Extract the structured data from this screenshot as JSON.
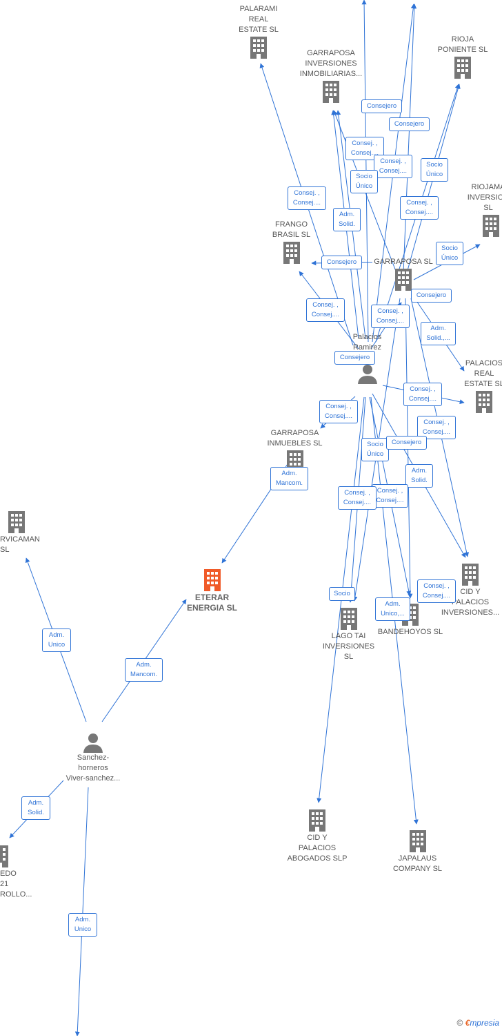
{
  "colors": {
    "edge": "#2f73d6",
    "company": "#777777",
    "focus_company": "#f05a28",
    "person": "#777777"
  },
  "nodes": [
    {
      "id": "palarami",
      "type": "company",
      "label": "PALARAMI\nREAL\nESTATE  SL"
    },
    {
      "id": "garraposa-inv",
      "type": "company",
      "label": "GARRAPOSA\nINVERSIONES\nINMOBILIARIAS..."
    },
    {
      "id": "rioja-poniente",
      "type": "company",
      "label": "RIOJA\nPONIENTE  SL"
    },
    {
      "id": "riojama",
      "type": "company",
      "label": "RIOJAMA\nINVERSION\nSL"
    },
    {
      "id": "frango",
      "type": "company",
      "label": "FRANGO\nBRASIL  SL"
    },
    {
      "id": "garraposa",
      "type": "company",
      "label": "GARRAPOSA SL"
    },
    {
      "id": "palacios-ramirez",
      "type": "person",
      "label": "Palacios\nRamirez\n..."
    },
    {
      "id": "palacios-real",
      "type": "company",
      "label": "PALACIOS\nREAL\nESTATE  SL"
    },
    {
      "id": "garraposa-inm",
      "type": "company",
      "label": "GARRAPOSA\nINMUEBLES SL"
    },
    {
      "id": "cid-palacios-inv",
      "type": "company",
      "label": "CID Y\nPALACIOS\nINVERSIONES..."
    },
    {
      "id": "lago-tai",
      "type": "company",
      "label": "LAGO TAI\nINVERSIONES\nSL"
    },
    {
      "id": "bandehoyos",
      "type": "company",
      "label": "BANDEHOYOS SL"
    },
    {
      "id": "cid-palacios-abog",
      "type": "company",
      "label": "CID Y\nPALACIOS\nABOGADOS SLP"
    },
    {
      "id": "japalaus",
      "type": "company",
      "label": "JAPALAUS\nCOMPANY  SL"
    },
    {
      "id": "etérar",
      "type": "company",
      "focus": true,
      "label": "ETERAR\nENERGIA  SL"
    },
    {
      "id": "servicaman",
      "type": "company",
      "label": "RVICAMAN\nSL"
    },
    {
      "id": "sanchez",
      "type": "person",
      "label": "Sanchez-\nhorneros\nViver-sanchez..."
    },
    {
      "id": "edo",
      "type": "company",
      "label": "EDO\n21\nROLLO..."
    }
  ],
  "edge_labels": [
    {
      "text": "Consejero"
    },
    {
      "text": "Consejero"
    },
    {
      "text": "Consej. ,\nConsej...."
    },
    {
      "text": "Consej. ,\nConsej...."
    },
    {
      "text": "Socio\nÚnico"
    },
    {
      "text": "Socio\nÚnico"
    },
    {
      "text": "Consej. ,\nConsej...."
    },
    {
      "text": "Consej. ,\nConsej...."
    },
    {
      "text": "Adm.\nSolid."
    },
    {
      "text": "Socio\nÚnico"
    },
    {
      "text": "Consejero"
    },
    {
      "text": "Consejero"
    },
    {
      "text": "Consej. ,\nConsej...."
    },
    {
      "text": "Consej. ,\nConsej...."
    },
    {
      "text": "Adm.\nSolid.,..."
    },
    {
      "text": "Consejero"
    },
    {
      "text": "Consej. ,\nConsej...."
    },
    {
      "text": "Consej. ,\nConsej...."
    },
    {
      "text": "Consej. ,\nConsej...."
    },
    {
      "text": "Socio\nÚnico"
    },
    {
      "text": "Consejero"
    },
    {
      "text": "Adm.\nMancom."
    },
    {
      "text": "Adm.\nSolid."
    },
    {
      "text": "Consej. ,\nConsej...."
    },
    {
      "text": "Consej. ,\nConsej...."
    },
    {
      "text": "Socio"
    },
    {
      "text": "Adm.\nUnico,..."
    },
    {
      "text": "Consej. ,\nConsej...."
    },
    {
      "text": "Adm.\nUnico"
    },
    {
      "text": "Adm.\nMancom."
    },
    {
      "text": "Adm.\nSolid."
    },
    {
      "text": "Adm.\nUnico"
    }
  ],
  "footer": {
    "copyright": "©",
    "brand_e": "€",
    "brand_rest": "mpresia"
  }
}
